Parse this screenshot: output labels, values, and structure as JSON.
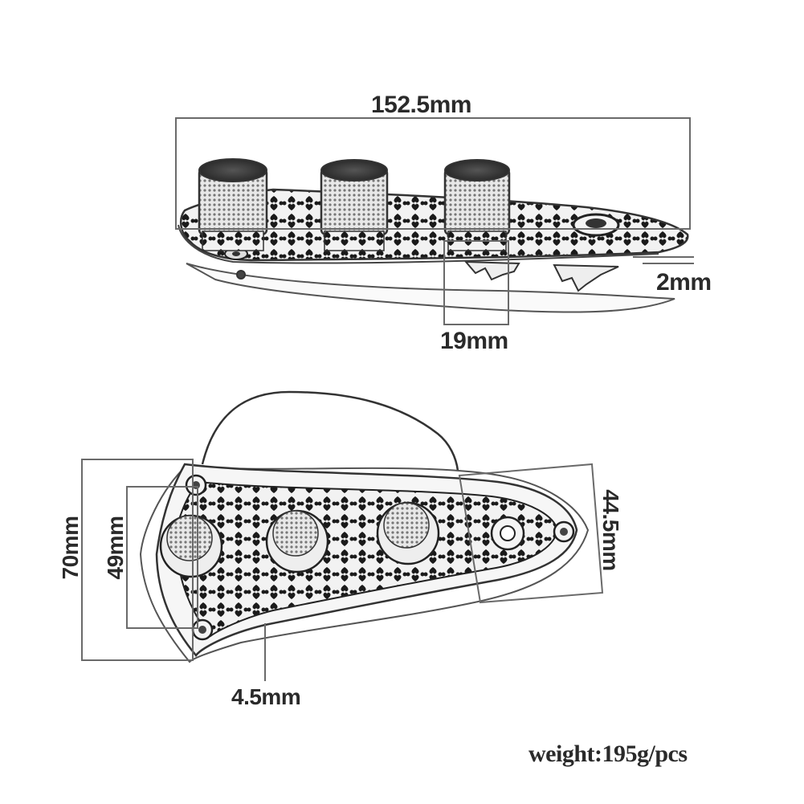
{
  "dimensions": {
    "length": "152.5mm",
    "thickness": "2mm",
    "knob_diameter": "19mm",
    "width_back": "70mm",
    "screw_spacing": "49mm",
    "width_tip": "44.5mm",
    "edge_offset": "4.5mm"
  },
  "weight_label": "weight:195g/pcs",
  "colors": {
    "line": "#3a3a3a",
    "dim_line": "#6a6a6a",
    "plate_fill": "#f4f4f4",
    "pattern": "#1a1a1a"
  }
}
